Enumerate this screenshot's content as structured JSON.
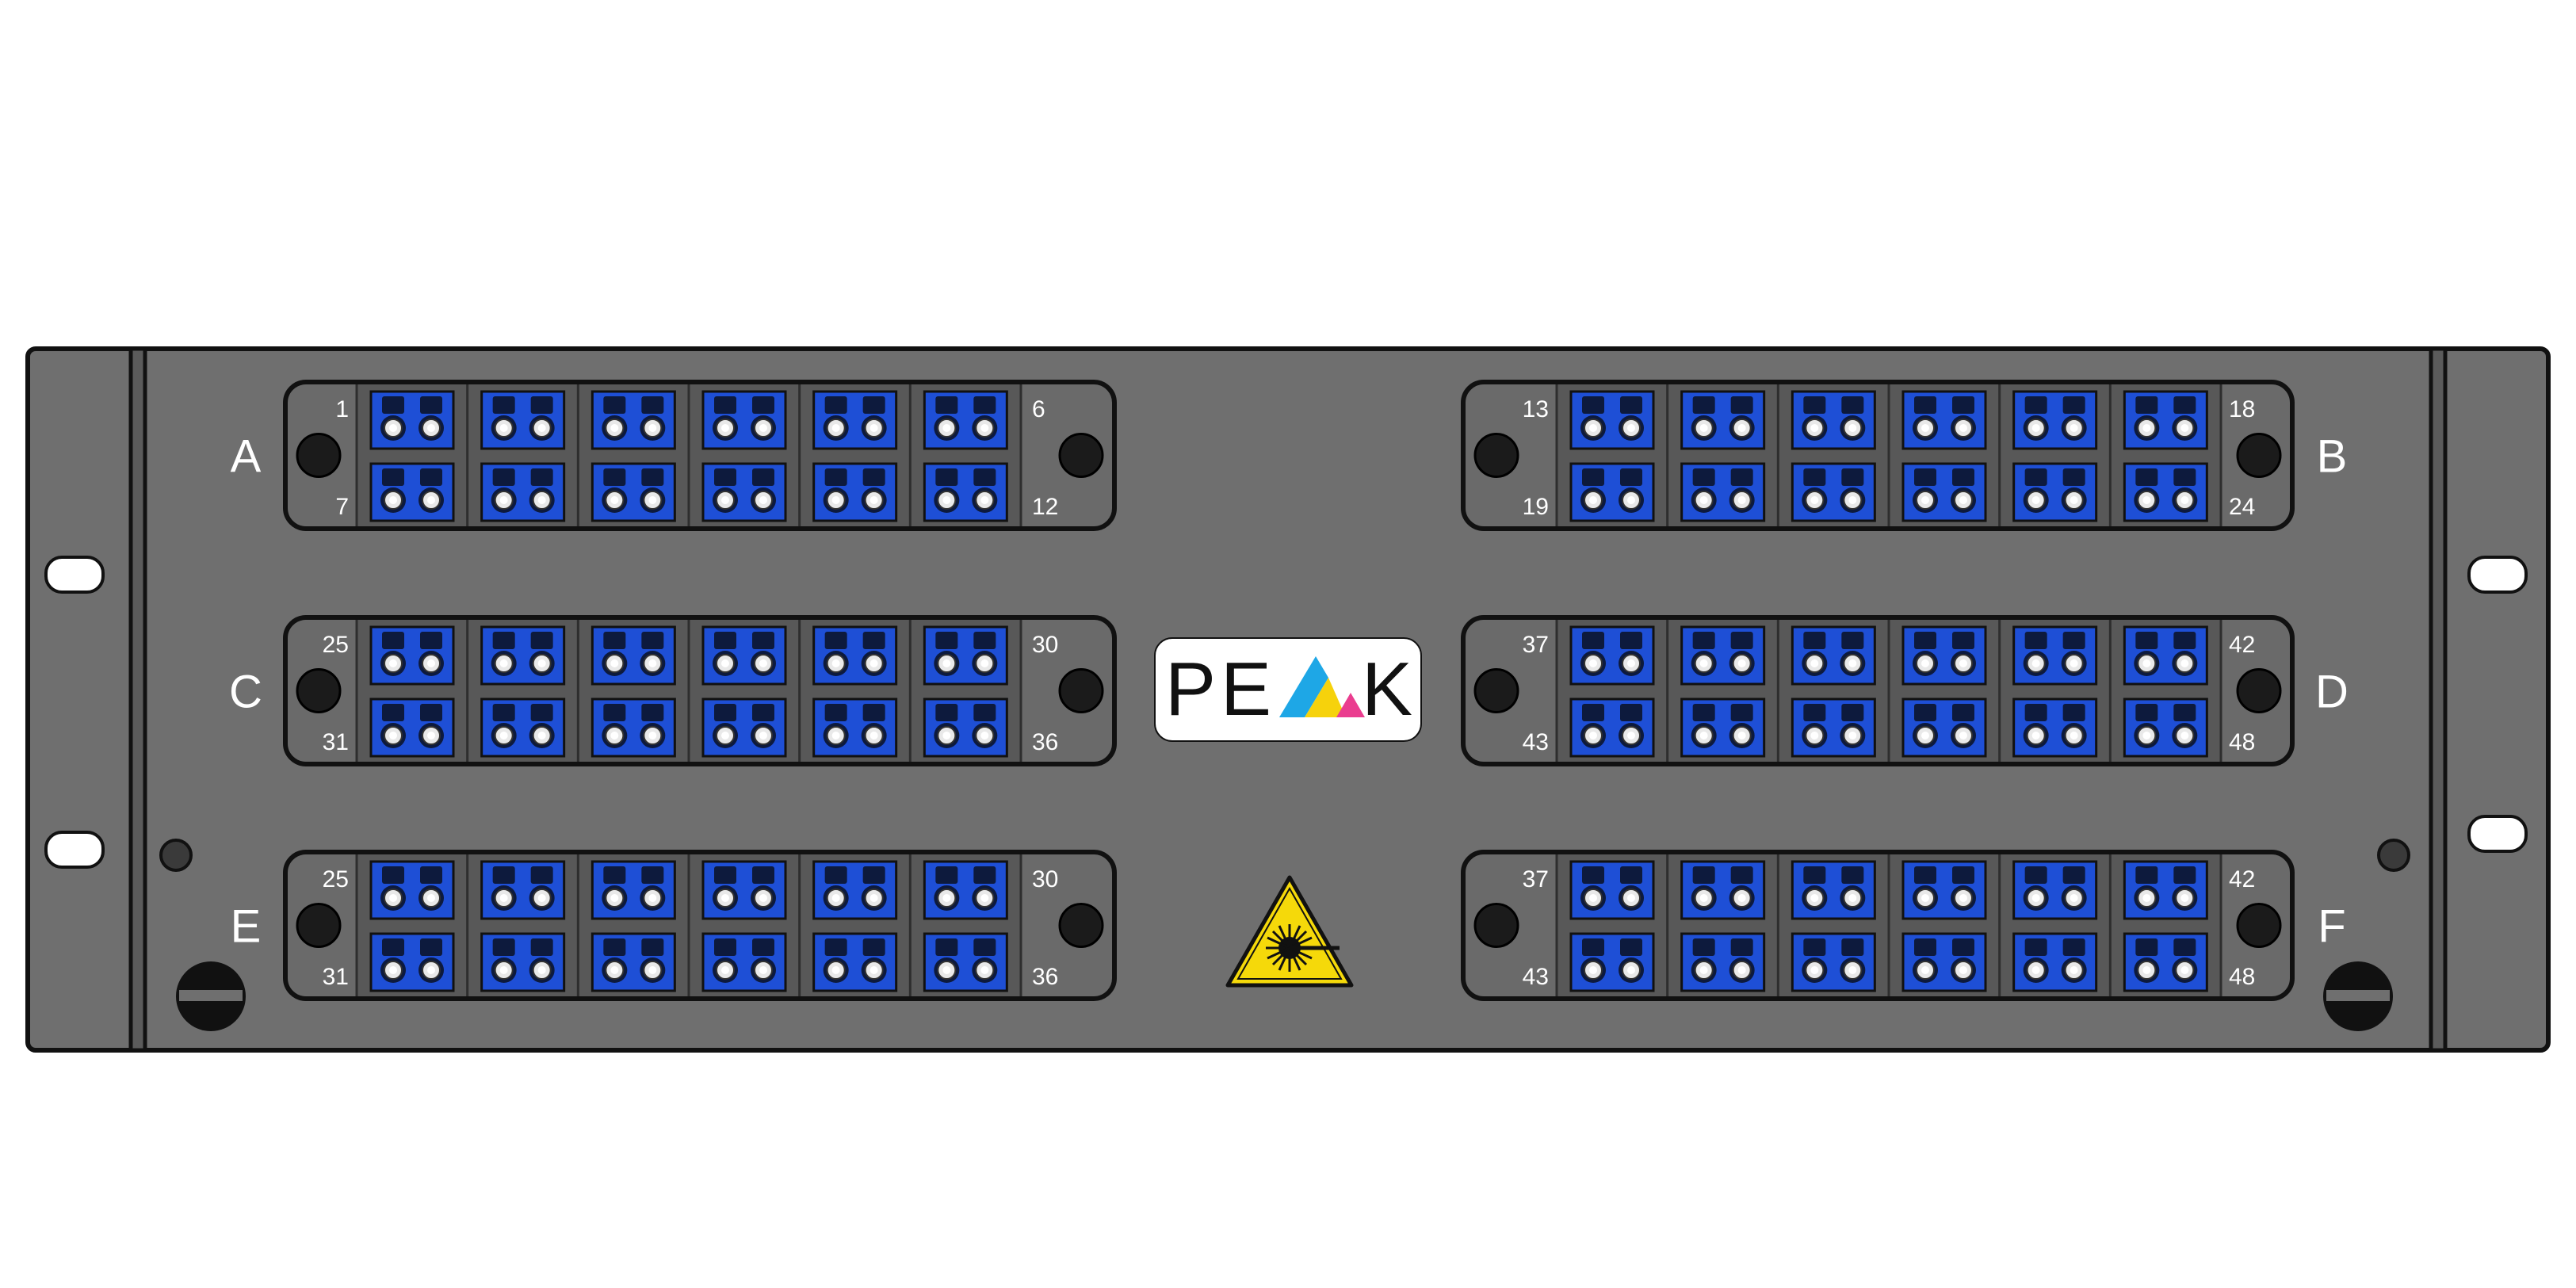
{
  "logo": {
    "letters": [
      "P",
      "E",
      "K"
    ],
    "text": "PEAK"
  },
  "warning": {
    "icon": "laser-warning-icon",
    "color": "#f5d90a"
  },
  "colors": {
    "chassis": "#6f6f6f",
    "outline": "#111111",
    "adapter": "#1e4fd6",
    "handle_hole": "#ffffff"
  },
  "cassettes": [
    {
      "id": "A",
      "label": "A",
      "side": "left",
      "top_first": "1",
      "top_last": "6",
      "bottom_first": "7",
      "bottom_last": "12"
    },
    {
      "id": "B",
      "label": "B",
      "side": "right",
      "top_first": "13",
      "top_last": "18",
      "bottom_first": "19",
      "bottom_last": "24"
    },
    {
      "id": "C",
      "label": "C",
      "side": "left",
      "top_first": "25",
      "top_last": "30",
      "bottom_first": "31",
      "bottom_last": "36"
    },
    {
      "id": "D",
      "label": "D",
      "side": "right",
      "top_first": "37",
      "top_last": "42",
      "bottom_first": "43",
      "bottom_last": "48"
    },
    {
      "id": "E",
      "label": "E",
      "side": "left",
      "top_first": "25",
      "top_last": "30",
      "bottom_first": "31",
      "bottom_last": "36"
    },
    {
      "id": "F",
      "label": "F",
      "side": "right",
      "top_first": "37",
      "top_last": "42",
      "bottom_first": "43",
      "bottom_last": "48"
    }
  ],
  "ports_per_row": 6
}
